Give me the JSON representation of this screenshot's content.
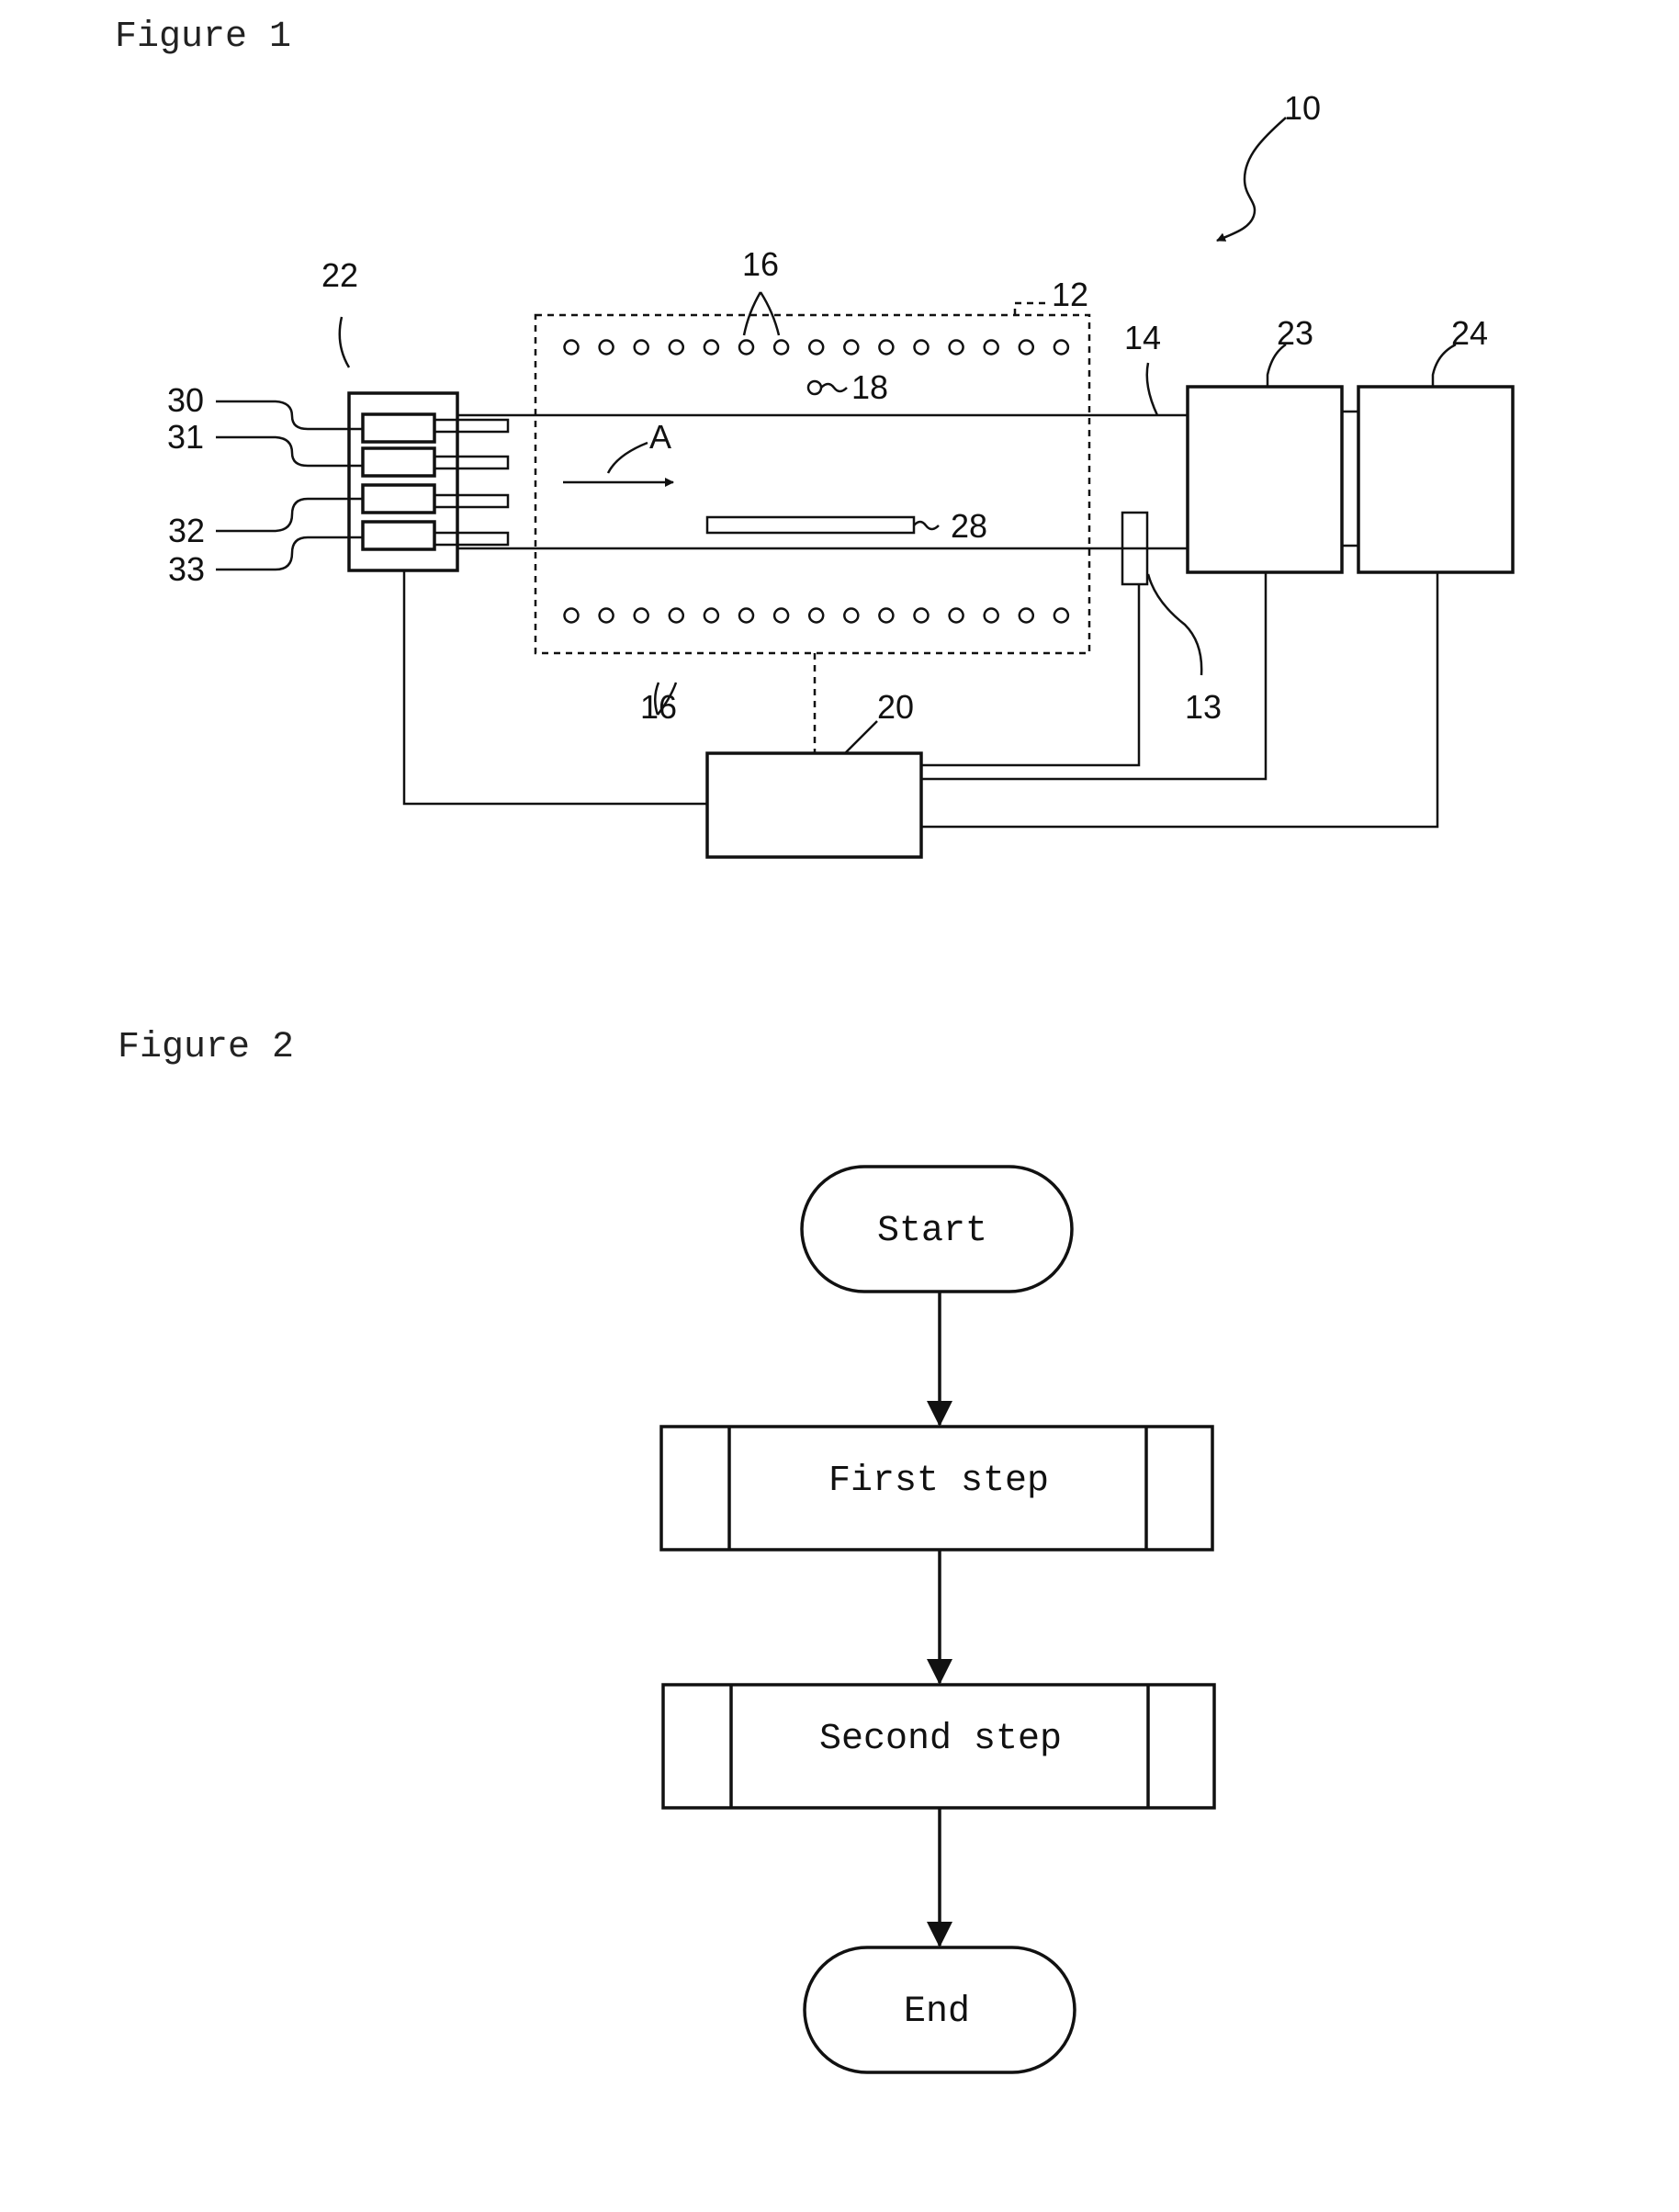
{
  "figure1": {
    "title": "Figure 1",
    "refs": {
      "r10": "10",
      "r12": "12",
      "r13": "13",
      "r14": "14",
      "r16_top": "16",
      "r16_bottom": "16",
      "r18": "18",
      "r20": "20",
      "r22": "22",
      "r23": "23",
      "r24": "24",
      "r28": "28",
      "r30": "30",
      "r31": "31",
      "r32": "32",
      "r33": "33",
      "flow_arrow": "A"
    }
  },
  "figure2": {
    "title": "Figure 2",
    "start": "Start",
    "step1": "First step",
    "step2": "Second step",
    "end": "End"
  },
  "colors": {
    "ink": "#111111",
    "paper": "#ffffff"
  }
}
